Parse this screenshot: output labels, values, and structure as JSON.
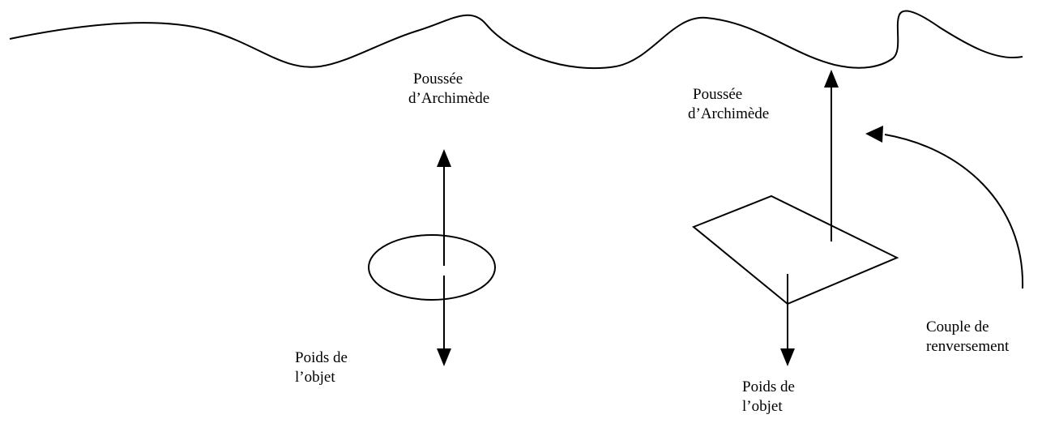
{
  "diagram": {
    "left": {
      "buoyancy": {
        "line1": "Poussée",
        "line2": "d’Archimède"
      },
      "weight": {
        "line1": "Poids de",
        "line2": "l’objet"
      }
    },
    "right": {
      "buoyancy": {
        "line1": "Poussée",
        "line2": "d’Archimède"
      },
      "weight": {
        "line1": "Poids de",
        "line2": "l’objet"
      },
      "torque": {
        "line1": "Couple de",
        "line2": "renversement"
      }
    }
  }
}
